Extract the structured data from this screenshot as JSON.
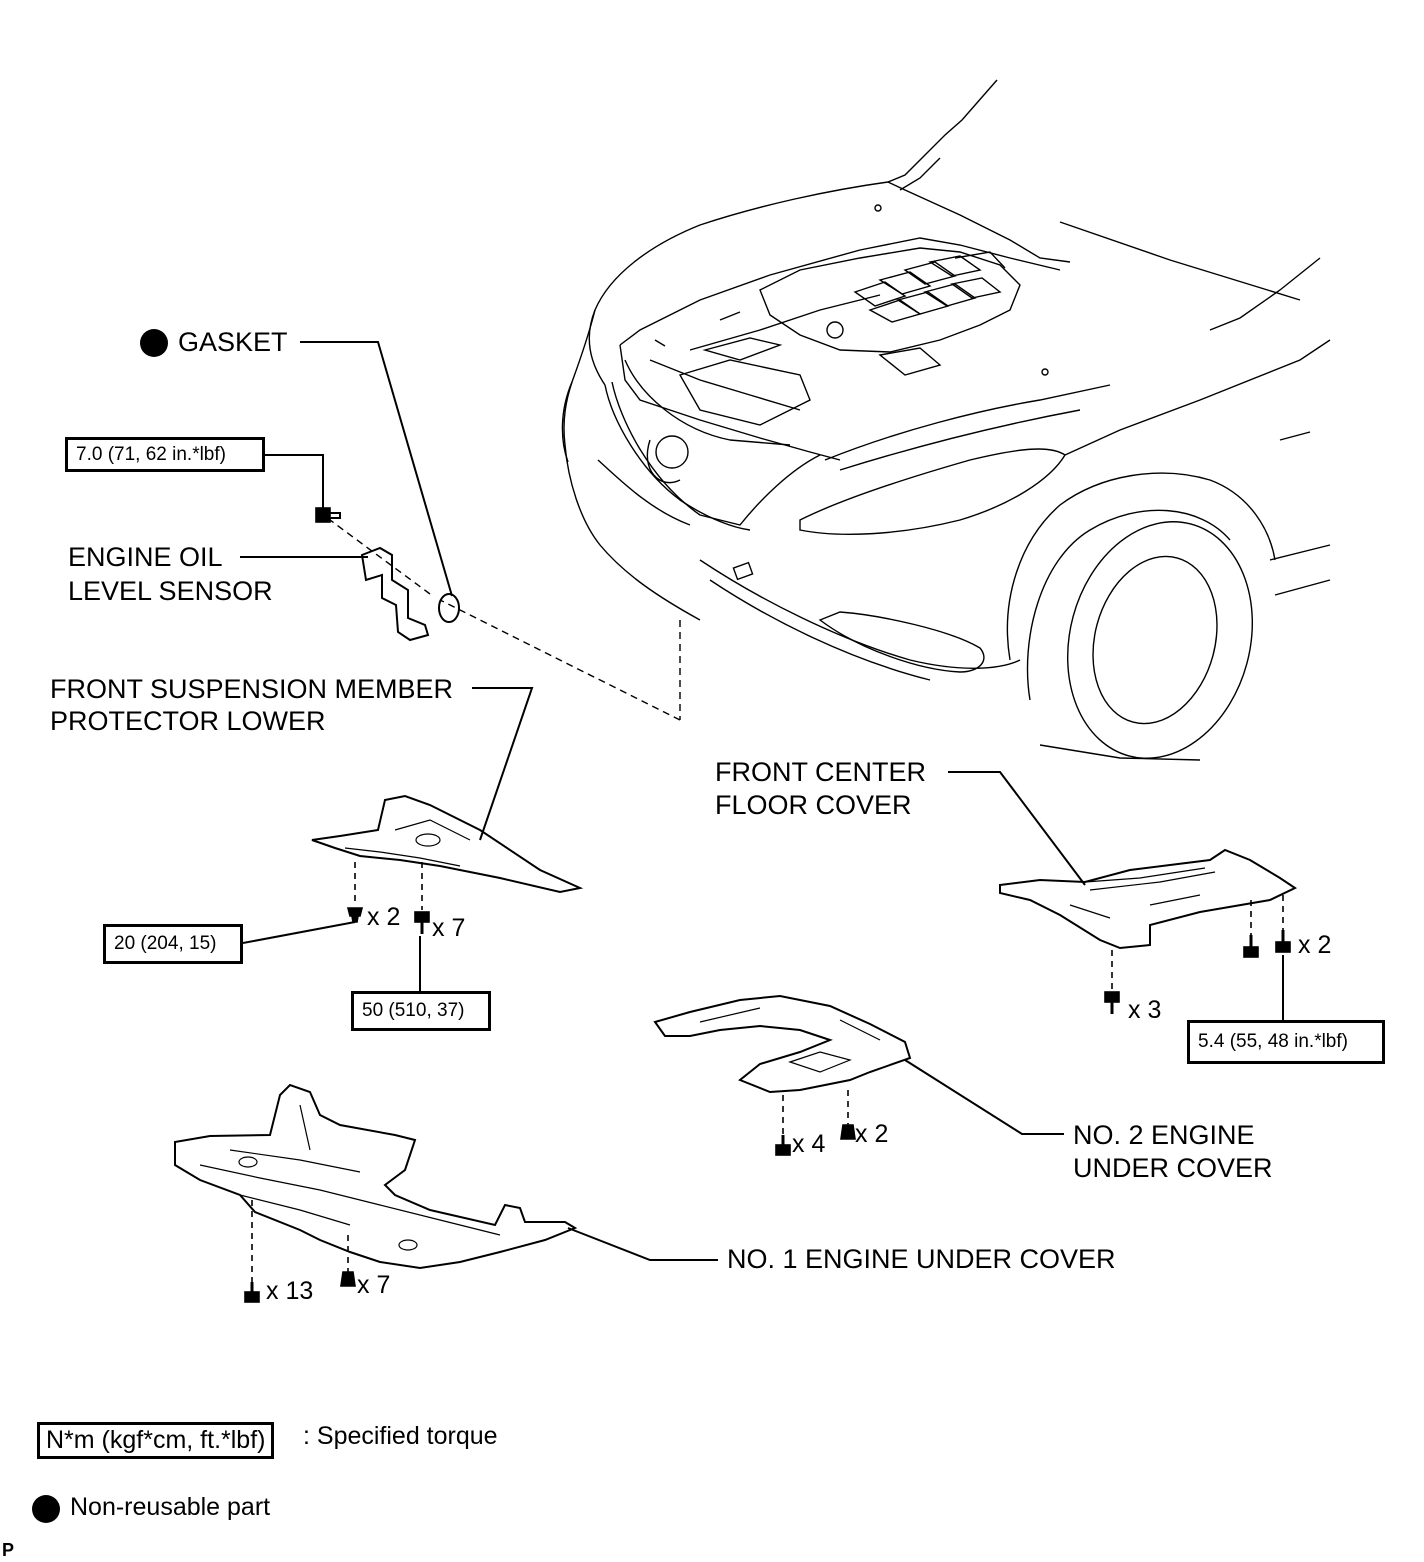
{
  "labels": {
    "gasket": "GASKET",
    "engine_oil_level_sensor": [
      "ENGINE OIL",
      "LEVEL SENSOR"
    ],
    "front_suspension_member_protector_lower": [
      "FRONT SUSPENSION MEMBER",
      "PROTECTOR LOWER"
    ],
    "front_center_floor_cover": [
      "FRONT CENTER",
      "FLOOR COVER"
    ],
    "no2_engine_under_cover": [
      "NO. 2 ENGINE",
      "UNDER COVER"
    ],
    "no1_engine_under_cover": "NO. 1 ENGINE UNDER COVER"
  },
  "torque": {
    "oil_sensor_bolt": "7.0 (71, 62 in.*lbf)",
    "suspension_bolt_a": "20 (204, 15)",
    "suspension_bolt_b": "50 (510, 37)",
    "floor_cover_bolt": "5.4 (55, 48 in.*lbf)"
  },
  "counts": {
    "suspension_a": "x 2",
    "suspension_b": "x 7",
    "floor_a": "x 3",
    "floor_b": "x 2",
    "no2_a": "x 4",
    "no2_b": "x 2",
    "no1_a": "x 13",
    "no1_b": "x 7"
  },
  "legend": {
    "torque_box": "N*m (kgf*cm, ft.*lbf)",
    "torque_desc": ": Specified torque",
    "nonreusable_desc": "Non-reusable part"
  },
  "corner_mark": "P",
  "icons": [
    "non-reusable-dot-icon",
    "bolt-icon",
    "clip-icon"
  ],
  "colors": {
    "ink": "#000000",
    "paper": "#ffffff"
  }
}
